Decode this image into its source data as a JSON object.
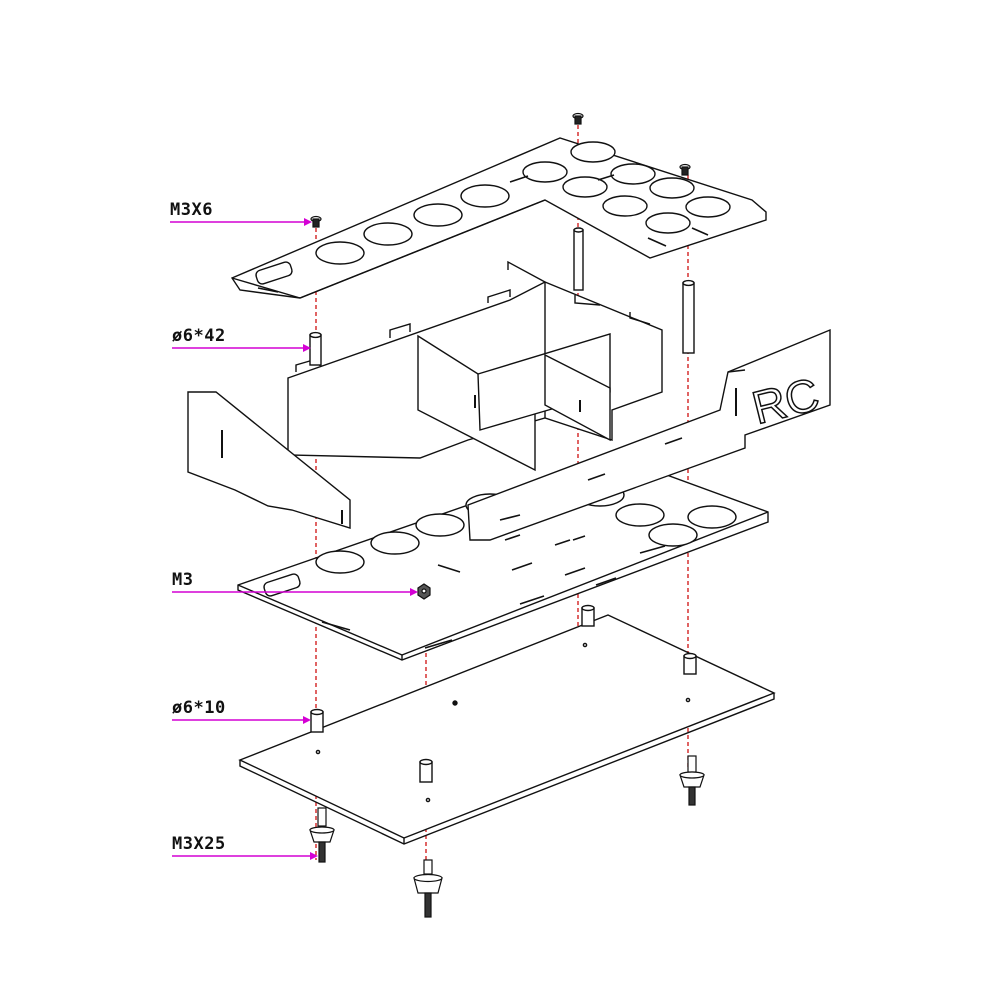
{
  "diagram": {
    "panel_text": "RC",
    "callouts": [
      {
        "id": "m3x6",
        "label": "M3X6"
      },
      {
        "id": "standoff-6x42",
        "label": "ø6*42"
      },
      {
        "id": "m3",
        "label": "M3"
      },
      {
        "id": "standoff-6x10",
        "label": "ø6*10"
      },
      {
        "id": "m3x25",
        "label": "M3X25"
      }
    ]
  },
  "colors": {
    "line": "#111111",
    "callout": "#d400d4",
    "axis": "#d01010",
    "fill": "#ffffff"
  },
  "icons": [
    "screw-icon",
    "standoff-icon",
    "nut-icon",
    "rubber-foot-icon"
  ]
}
